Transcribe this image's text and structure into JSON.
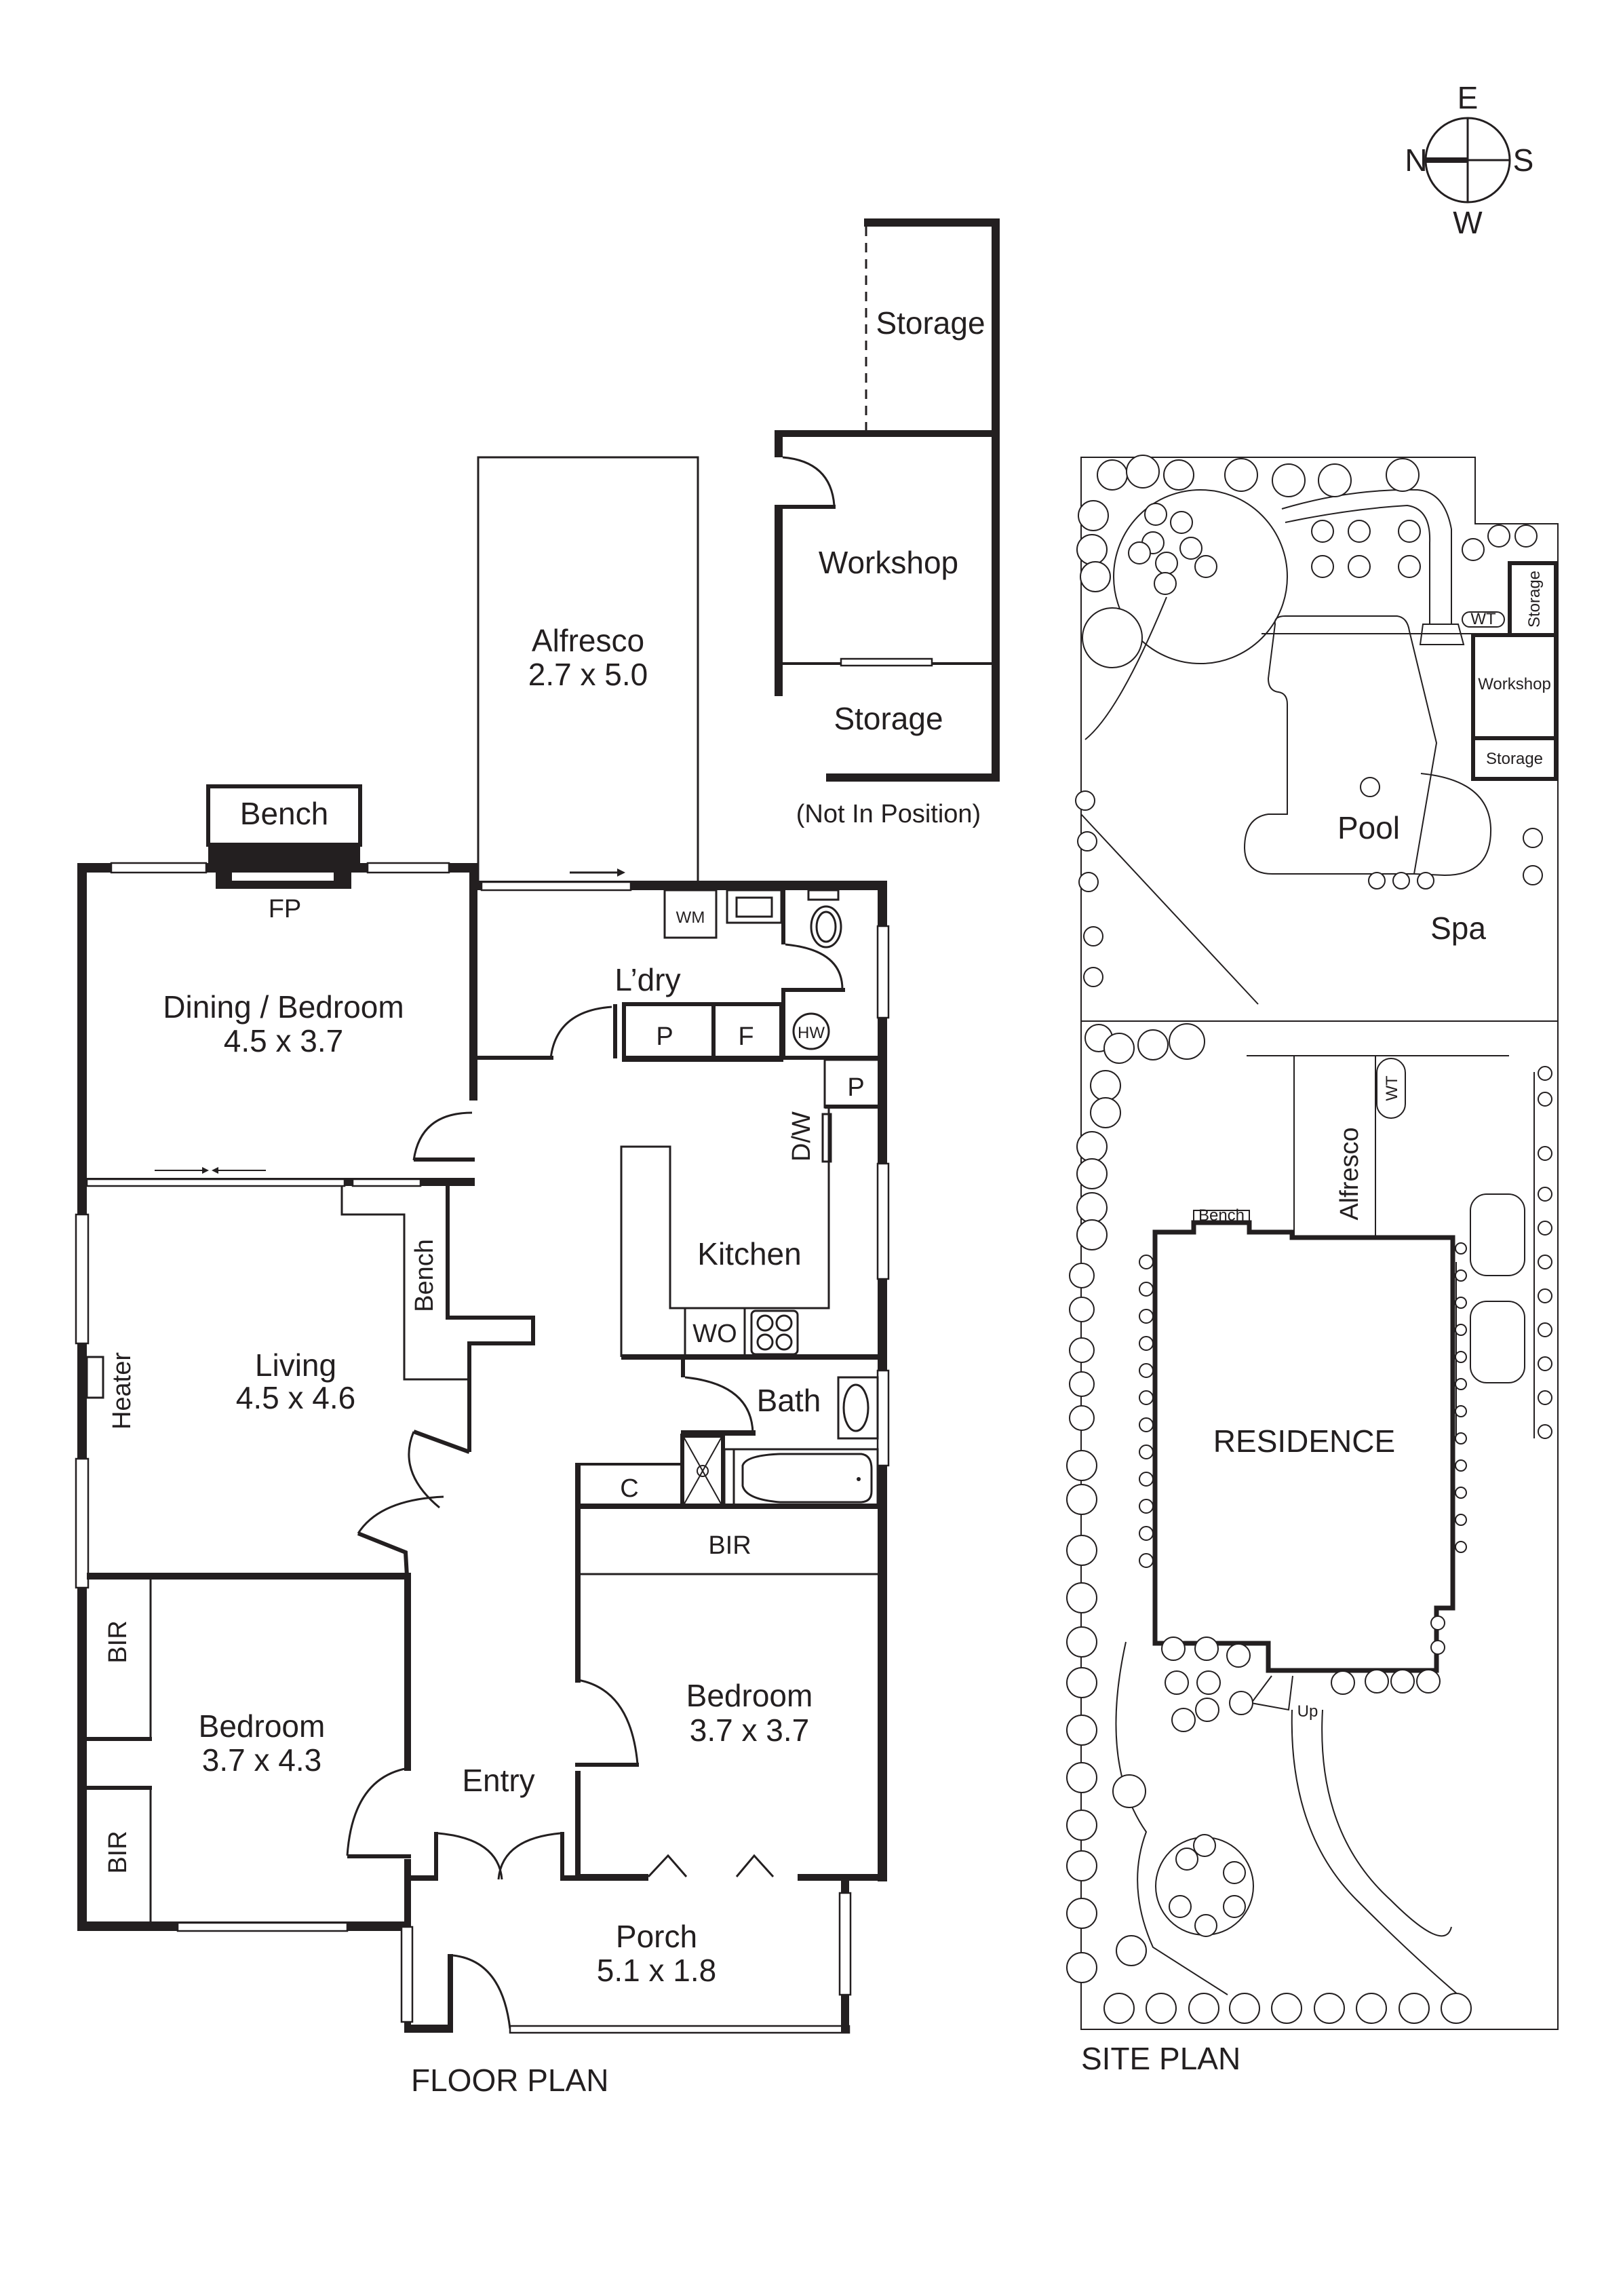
{
  "compass": {
    "north": "N",
    "east": "E",
    "south": "S",
    "west": "W"
  },
  "floor_plan": {
    "title": "FLOOR PLAN",
    "outbuilding": {
      "storage_top": "Storage",
      "workshop": "Workshop",
      "storage_bottom": "Storage",
      "note": "(Not In Position)"
    },
    "alfresco": {
      "name": "Alfresco",
      "size": "2.7 x 5.0"
    },
    "bench_outside": "Bench",
    "fireplace": "FP",
    "dining": {
      "name": "Dining / Bedroom",
      "size": "4.5 x 3.7"
    },
    "laundry": {
      "name": "L’dry",
      "wm": "WM",
      "pantry": "P",
      "fridge": "F",
      "hot_water": "HW"
    },
    "kitchen": {
      "name": "Kitchen",
      "dishwasher": "D/W",
      "pantry": "P",
      "wall_oven": "WO"
    },
    "living": {
      "name": "Living",
      "size": "4.5 x 4.6",
      "heater": "Heater",
      "bench": "Bench"
    },
    "bath": {
      "name": "Bath",
      "cupboard": "C"
    },
    "bir_strip": "BIR",
    "bedroom_left": {
      "name": "Bedroom",
      "size": "3.7 x 4.3",
      "bir_top": "BIR",
      "bir_bottom": "BIR"
    },
    "bedroom_right": {
      "name": "Bedroom",
      "size": "3.7 x 3.7"
    },
    "entry": "Entry",
    "porch": {
      "name": "Porch",
      "size": "5.1 x 1.8"
    }
  },
  "site_plan": {
    "title": "SITE PLAN",
    "residence": "RESIDENCE",
    "pool": "Pool",
    "spa": "Spa",
    "alfresco": "Alfresco",
    "water_tank_top": "WT",
    "water_tank_mid": "WT",
    "storage_top": "Storage",
    "workshop": "Workshop",
    "storage_bottom": "Storage",
    "bench": "Bench",
    "steps": "Up"
  }
}
